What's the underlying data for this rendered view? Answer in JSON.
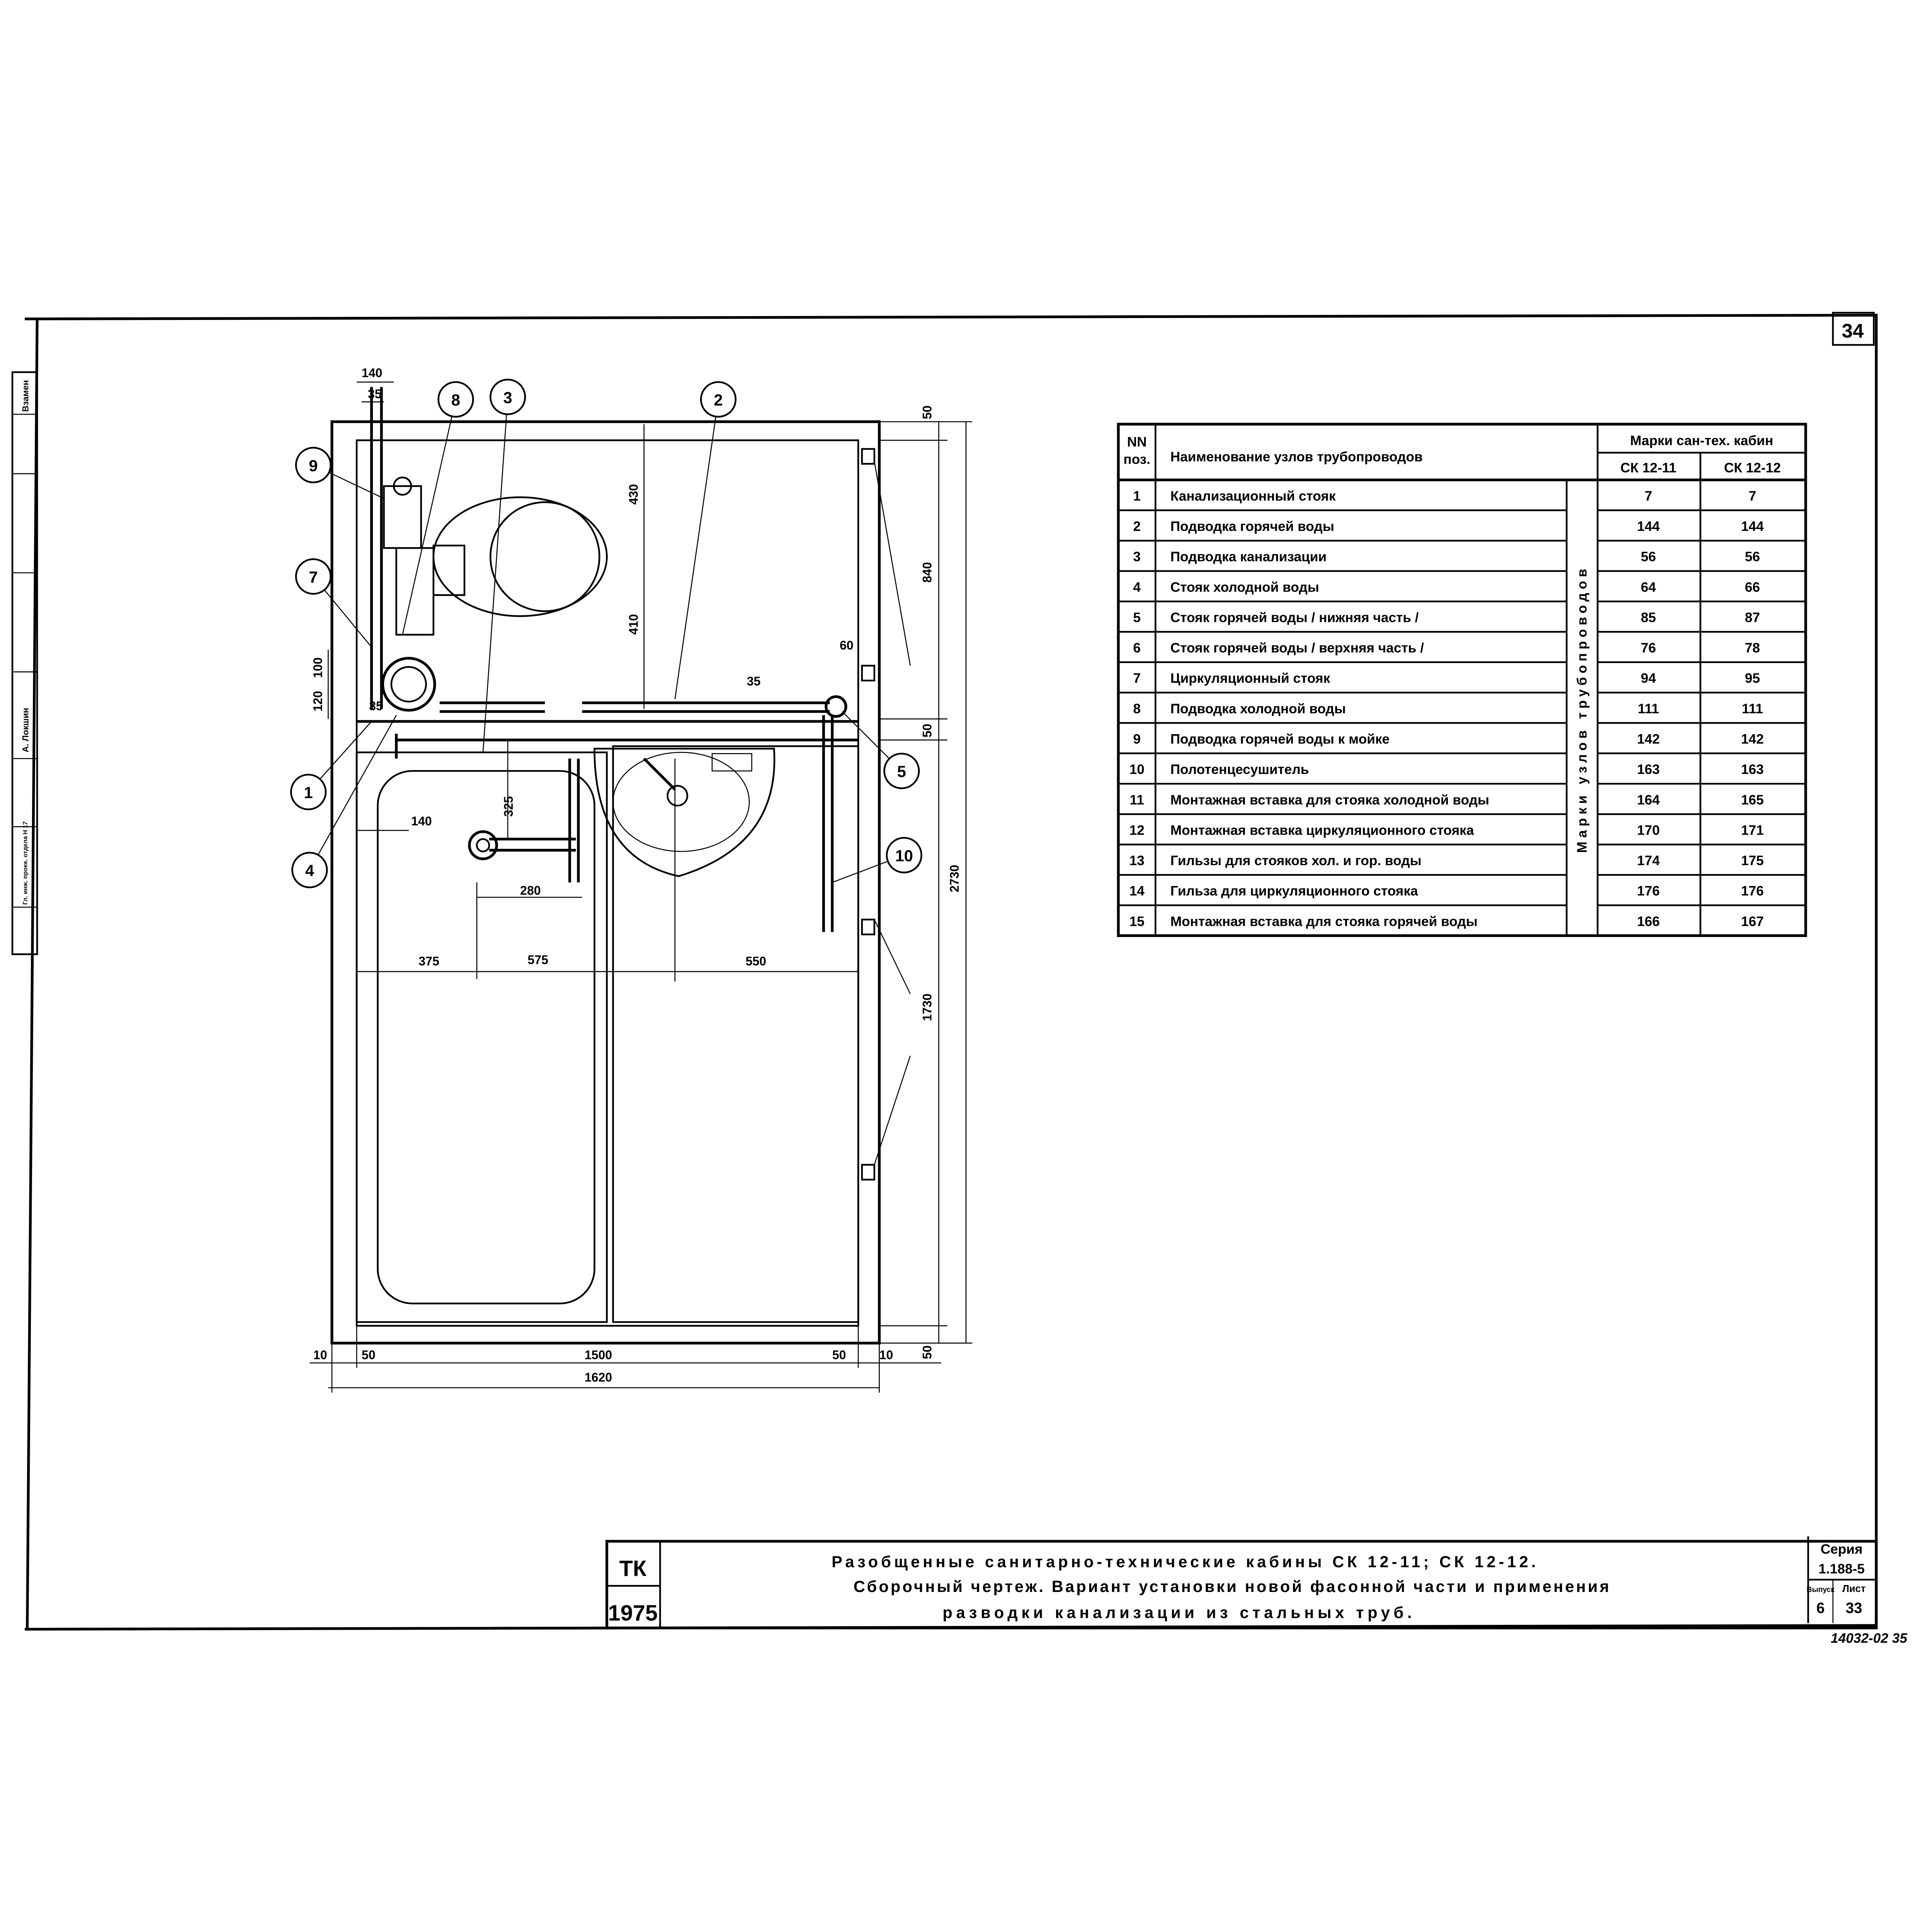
{
  "sheet_number": "34",
  "side_stamp": [
    "Взамен",
    "А. Локшин",
    "Гл. инж. проек. отдела Н 17"
  ],
  "callouts": [
    "1",
    "2",
    "3",
    "4",
    "5",
    "7",
    "8",
    "9",
    "10"
  ],
  "dimensions": {
    "d140_top": "140",
    "d35_top": "35",
    "d430": "430",
    "d410": "410",
    "d50_top": "50",
    "d840": "840",
    "d60": "60",
    "d35_mid": "35",
    "d50_mid": "50",
    "d100": "100",
    "d120": "120",
    "d35_left": "35",
    "d140_left": "140",
    "d325": "325",
    "d280": "280",
    "d375": "375",
    "d575": "575",
    "d550": "550",
    "d2730": "2730",
    "d1730": "1730",
    "d10_l": "10",
    "d50_l": "50",
    "d1500": "1500",
    "d50_r": "50",
    "d10_r": "10",
    "d50_bot": "50",
    "d1620": "1620"
  },
  "table": {
    "col_pos": "NN поз.",
    "col_pos_lines": [
      "NN",
      "поз."
    ],
    "col_name": "Наименование узлов трубопроводов",
    "col_group": "Марки сан-тех. кабин",
    "col_a": "СК 12-11",
    "col_b": "СК 12-12",
    "side_label": "Марки узлов трубопроводов",
    "rows": [
      {
        "pos": "1",
        "name": "Канализационный стояк",
        "a": "7",
        "b": "7"
      },
      {
        "pos": "2",
        "name": "Подводка горячей воды",
        "a": "144",
        "b": "144"
      },
      {
        "pos": "3",
        "name": "Подводка канализации",
        "a": "56",
        "b": "56"
      },
      {
        "pos": "4",
        "name": "Стояк холодной воды",
        "a": "64",
        "b": "66"
      },
      {
        "pos": "5",
        "name": "Стояк горячей воды / нижняя часть /",
        "a": "85",
        "b": "87"
      },
      {
        "pos": "6",
        "name": "Стояк горячей воды / верхняя часть /",
        "a": "76",
        "b": "78"
      },
      {
        "pos": "7",
        "name": "Циркуляционный стояк",
        "a": "94",
        "b": "95"
      },
      {
        "pos": "8",
        "name": "Подводка холодной воды",
        "a": "111",
        "b": "111"
      },
      {
        "pos": "9",
        "name": "Подводка горячей воды к мойке",
        "a": "142",
        "b": "142"
      },
      {
        "pos": "10",
        "name": "Полотенцесушитель",
        "a": "163",
        "b": "163"
      },
      {
        "pos": "11",
        "name": "Монтажная вставка для стояка холодной воды",
        "a": "164",
        "b": "165"
      },
      {
        "pos": "12",
        "name": "Монтажная вставка циркуляционного стояка",
        "a": "170",
        "b": "171"
      },
      {
        "pos": "13",
        "name": "Гильзы для стояков хол. и гор. воды",
        "a": "174",
        "b": "175"
      },
      {
        "pos": "14",
        "name": "Гильза для циркуляционного стояка",
        "a": "176",
        "b": "176"
      },
      {
        "pos": "15",
        "name": "Монтажная вставка для стояка горячей воды",
        "a": "166",
        "b": "167"
      }
    ]
  },
  "title_block": {
    "org": "ТК",
    "year": "1975",
    "title_lines": [
      "Разобщенные санитарно-технические кабины СК 12-11; СК 12-12.",
      "Сборочный чертеж. Вариант установки новой фасонной части и применения",
      "разводки канализации из стальных труб."
    ],
    "series_label": "Серия",
    "series_value": "1.188-5",
    "issue_label": "Выпуск",
    "issue_value": "6",
    "sheet_label": "Лист",
    "sheet_value": "33"
  },
  "footer_code": "14032-02  35"
}
